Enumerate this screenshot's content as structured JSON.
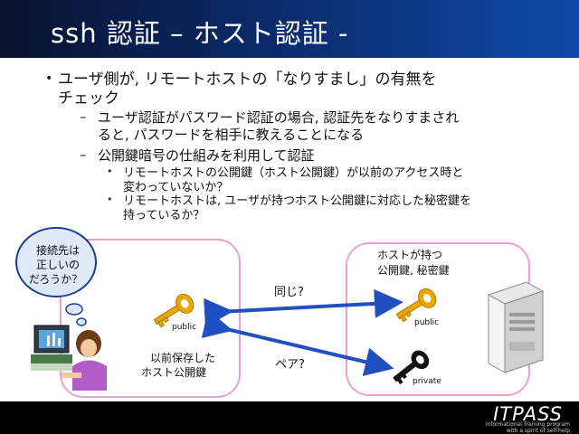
{
  "slide": {
    "title": "ssh 認証 – ホスト認証 -",
    "bullets": {
      "level1": [
        "ユーザ側が, リモートホストの「なりすまし」の有無を",
        "チェック"
      ],
      "level2a": [
        "ユーザ認証がパスワード認証の場合, 認証先をなりすまされ",
        "ると, パスワードを相手に教えることになる"
      ],
      "level2b": "公開鍵暗号の仕組みを利用して認証",
      "level3a": [
        "リモートホストの公開鍵（ホスト公開鍵）が以前のアクセス時と",
        "変わっていないか？"
      ],
      "level3b": [
        "リモートホストは, ユーザが持つホスト公開鍵に対応した秘密鍵を",
        "持っているか？"
      ]
    },
    "diagram": {
      "thought": [
        "接続先は",
        "正しいの",
        "だろうか？"
      ],
      "left_key_label": "public",
      "left_caption": [
        "以前保存した",
        "ホスト公開鍵"
      ],
      "arrow_top_label": "同じ?",
      "arrow_bottom_label": "ペア?",
      "right_caption": [
        "ホストが持つ",
        "公開鍵, 秘密鍵"
      ],
      "right_public_label": "public",
      "right_private_label": "private"
    },
    "footer": {
      "logo": "ITPASS",
      "tagline": [
        "Informational Training program",
        "with a spirit of self-help"
      ]
    },
    "colors": {
      "title_bar": "#0b2a68",
      "box_border": "#f0a0c8",
      "arrow": "#1f4fc0",
      "key_gold": "#e8a800"
    }
  }
}
